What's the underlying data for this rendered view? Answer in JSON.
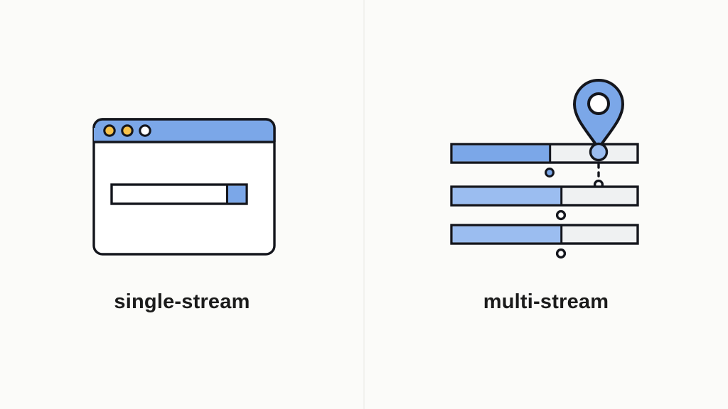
{
  "figure": {
    "background_color": "#fbfbf9",
    "divider_color": "#f1f1ee",
    "stroke_color": "#14161d",
    "accent_blue": "#7ba7e8",
    "accent_blue_light": "#9bbdf0",
    "track_grey": "#eff1f2",
    "dot_amber": "#f7c24a",
    "dot_white": "#ffffff"
  },
  "left_panel": {
    "caption": "single-stream",
    "icon_name": "browser-window-with-progress-bar",
    "window": {
      "titlebar_color": "#7ba7e8",
      "body_color": "#ffffff",
      "dots": [
        {
          "name": "window-dot-amber-1",
          "color": "#f7c24a"
        },
        {
          "name": "window-dot-amber-2",
          "color": "#f7c24a"
        },
        {
          "name": "window-dot-white",
          "color": "#ffffff"
        }
      ],
      "progress_bar": {
        "name": "single-progress-bar",
        "filled_color": "#7ba7e8",
        "empty_color": "#ffffff",
        "fill_position": "right-end",
        "fill_fraction": 0.14
      }
    }
  },
  "right_panel": {
    "caption": "multi-stream",
    "icon_name": "three-parallel-progress-bars-with-map-pin",
    "marker": {
      "name": "map-pin-marker",
      "fill_color": "#7ba7e8",
      "hole_color": "#ffffff",
      "attached_to_bar": 1
    },
    "bars": [
      {
        "name": "stream-bar-1",
        "fill_fraction": 0.53,
        "marker_dot_fraction": 0.53,
        "has_pin": true,
        "has_dashed_drop": true
      },
      {
        "name": "stream-bar-2",
        "fill_fraction": 0.59,
        "marker_dot_fraction": 0.59,
        "has_pin": false,
        "has_dashed_drop": false
      },
      {
        "name": "stream-bar-3",
        "fill_fraction": 0.59,
        "marker_dot_fraction": 0.59,
        "has_pin": false,
        "has_dashed_drop": false
      }
    ]
  }
}
